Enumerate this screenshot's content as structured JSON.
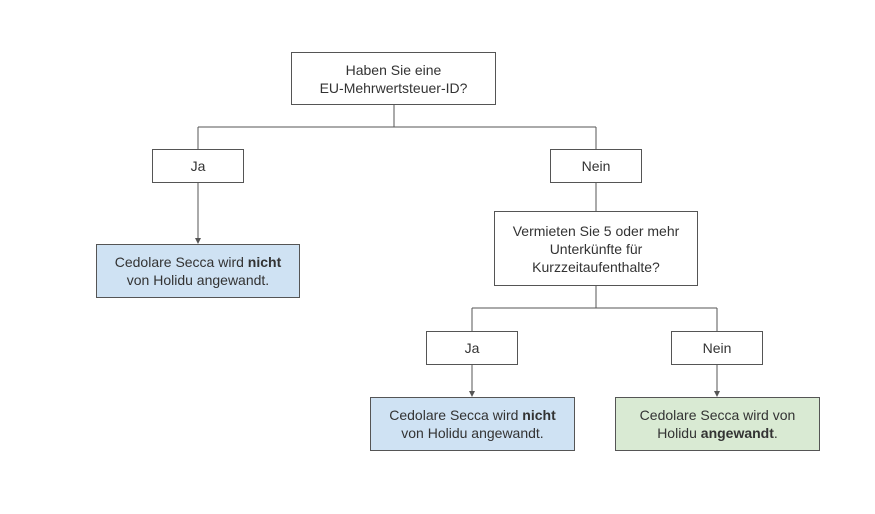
{
  "diagram": {
    "q1": {
      "line1": "Haben Sie eine",
      "line2": "EU-Mehrwertsteuer-ID?"
    },
    "q1_yes": {
      "label": "Ja"
    },
    "q1_no": {
      "label": "Nein"
    },
    "result_a": {
      "text_before": "Cedolare Secca wird ",
      "bold": "nicht",
      "line2": "von Holidu angewandt."
    },
    "q2": {
      "line1": "Vermieten Sie 5 oder mehr",
      "line2": "Unterkünfte für",
      "line3": "Kurzzeitaufenthalte?"
    },
    "q2_yes": {
      "label": "Ja"
    },
    "q2_no": {
      "label": "Nein"
    },
    "result_b": {
      "text_before": "Cedolare Secca wird ",
      "bold": "nicht",
      "line2": "von Holidu angewandt."
    },
    "result_c": {
      "line1": "Cedolare Secca wird von",
      "text_before": "Holidu ",
      "bold": "angewandt",
      "text_after": "."
    },
    "colors": {
      "result_negative": "#cfe2f3",
      "result_positive": "#d9ead3",
      "connector": "#555555"
    }
  }
}
